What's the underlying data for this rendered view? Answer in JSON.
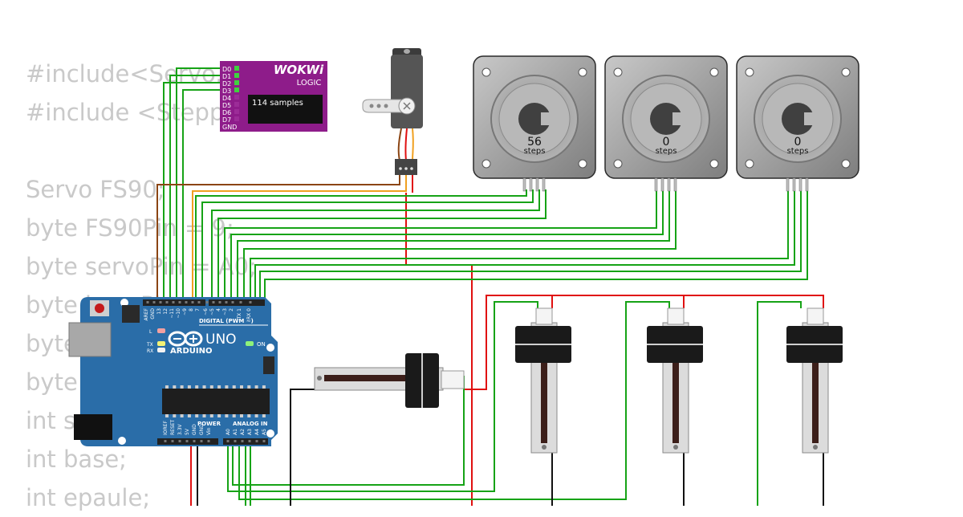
{
  "code_lines": [
    "#include<Servo.h>",
    "#include <Stepper.h>",
    "",
    "Servo FS90;",
    "byte FS90Pin = 9;",
    "byte servoPin = A0;",
    "byte basePin;",
    "byte epaulePin;",
    "byte coudePin;",
    "int servo;",
    "int base;",
    "int epaule;"
  ],
  "logic_analyzer": {
    "brand": "WOKWi",
    "label": "LOGIC",
    "samples": "114 samples",
    "pins": [
      "D0",
      "D1",
      "D2",
      "D3",
      "D4",
      "D5",
      "D6",
      "D7",
      "GND"
    ]
  },
  "arduino": {
    "model": "UNO",
    "brand": "ARDUINO",
    "digital_label": "DIGITAL (PWM ~)",
    "power_label": "POWER",
    "analog_label": "ANALOG IN",
    "led_l": "L",
    "led_tx": "TX",
    "led_rx": "RX",
    "led_on": "ON",
    "digital_pins": [
      "AREF",
      "GND",
      "13",
      "12",
      "~11",
      "~10",
      "~9",
      "8",
      "7",
      "~6",
      "~5",
      "4",
      "~3",
      "2",
      "TX 1",
      "RX 0"
    ],
    "power_pins": [
      "IOREF",
      "RESET",
      "3.3V",
      "5V",
      "GND",
      "GND",
      "Vin"
    ],
    "analog_pins": [
      "A0",
      "A1",
      "A2",
      "A3",
      "A4",
      "A5"
    ]
  },
  "steppers": [
    {
      "value": "56",
      "unit": "steps"
    },
    {
      "value": "0",
      "unit": "steps"
    },
    {
      "value": "0",
      "unit": "steps"
    }
  ],
  "colors": {
    "wire_green": "#16a316",
    "wire_red": "#e01010",
    "wire_orange": "#f0a020",
    "wire_brown": "#8b4513",
    "wire_black": "#111111",
    "board_blue": "#2a6da8",
    "analyzer_purple": "#8e1c8a"
  }
}
